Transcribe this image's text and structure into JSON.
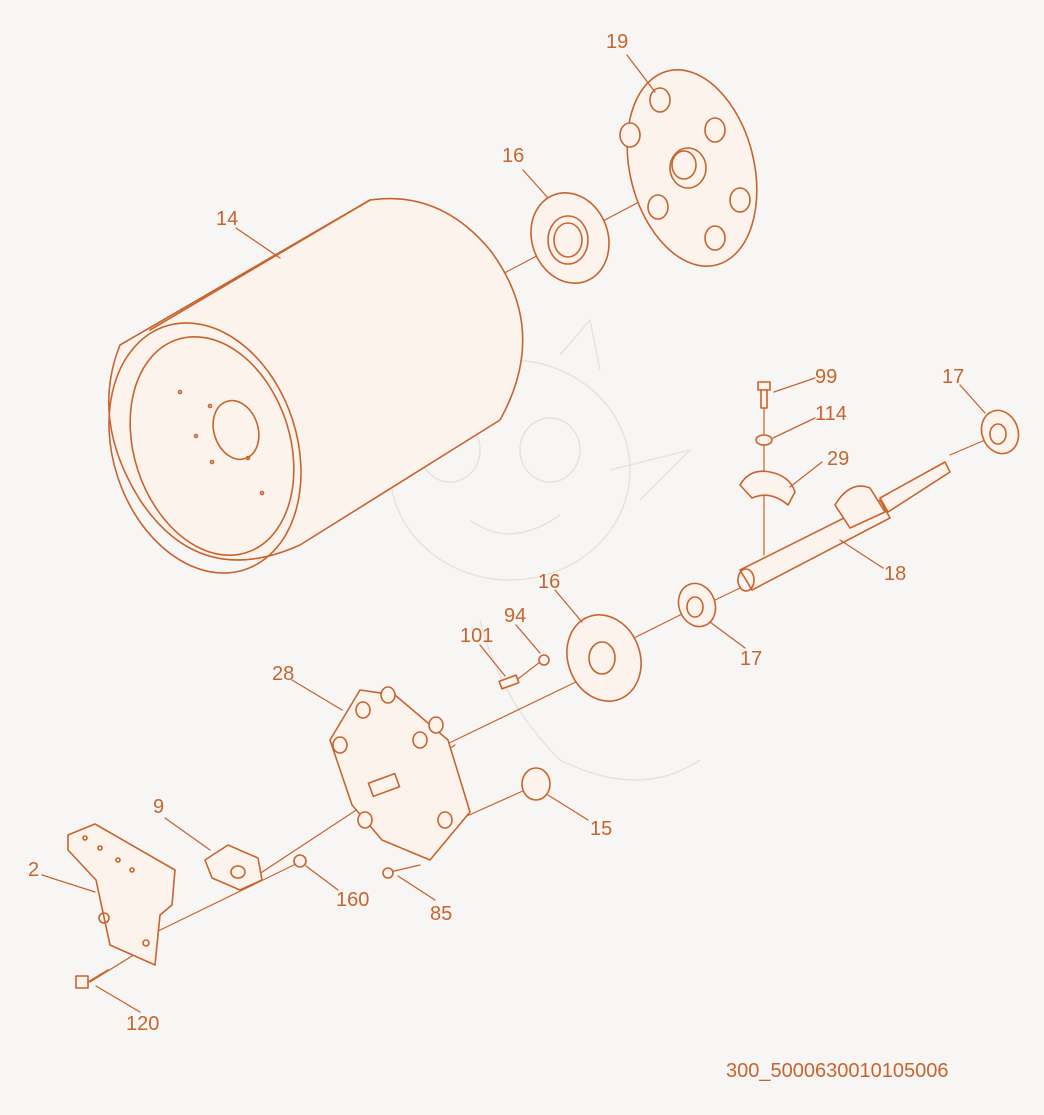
{
  "diagram": {
    "part_labels": {
      "p19": "19",
      "p16a": "16",
      "p14": "14",
      "p99": "99",
      "p17a": "17",
      "p114": "114",
      "p29": "29",
      "p18": "18",
      "p16b": "16",
      "p94": "94",
      "p101": "101",
      "p17b": "17",
      "p28": "28",
      "p9": "9",
      "p15": "15",
      "p2": "2",
      "p160": "160",
      "p85": "85",
      "p120": "120"
    },
    "drawing_code": "300_5000630010105006"
  },
  "colors": {
    "ink": "#c8642e",
    "background": "#f7f6f4",
    "watermark": "#e6e2dd"
  }
}
